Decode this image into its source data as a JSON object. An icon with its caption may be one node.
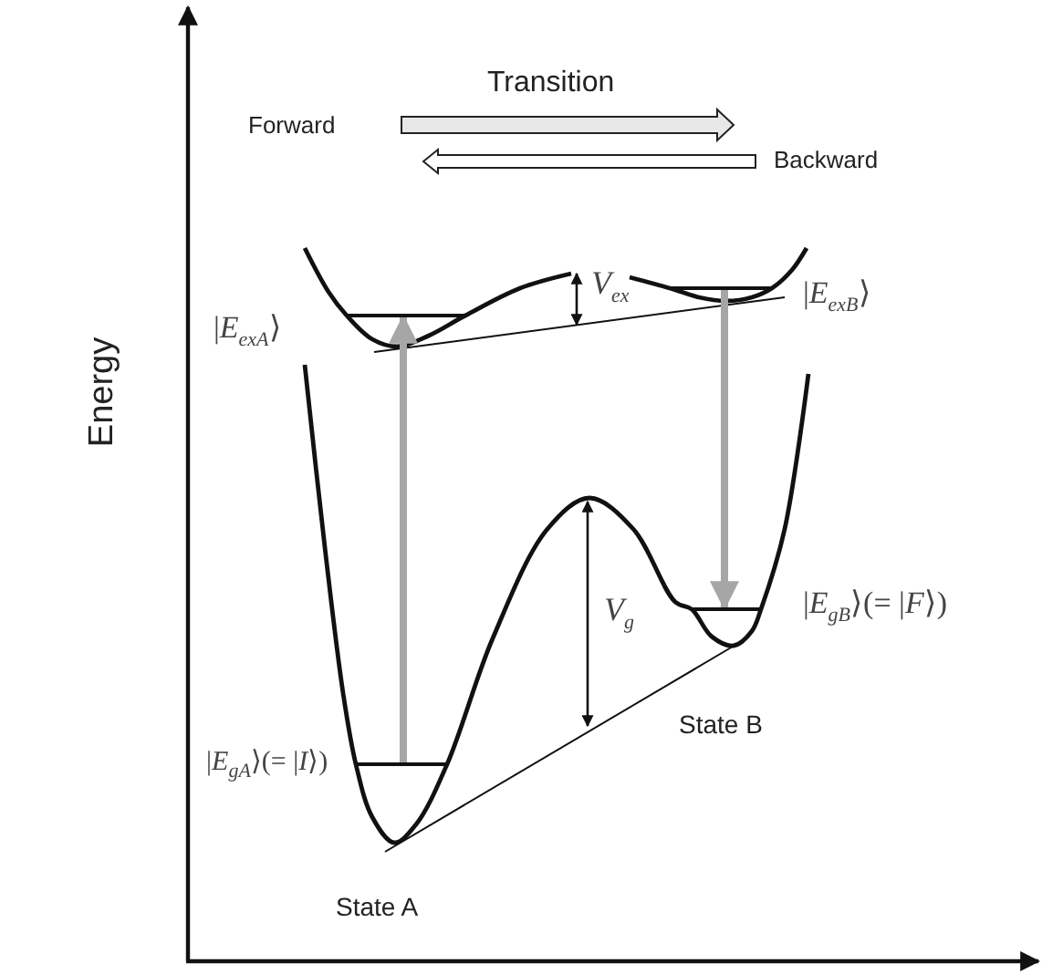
{
  "diagram": {
    "nodes": [
      {
        "text": [],
        "shape": "bar",
        "beside": [
          "|*E*$_{exA}$⟩"
        ]
      },
      {
        "text": [],
        "shape": "bar",
        "beside": [
          "|*E*$_{exB}$⟩"
        ]
      },
      {
        "text": [],
        "shape": "bar",
        "beside": [
          "|*E*$_{gA}$⟩(= |*I*⟩)"
        ]
      },
      {
        "text": [],
        "shape": "bar",
        "beside": [
          "|*E*$_{gB}$⟩(= |*F*⟩)"
        ]
      }
    ],
    "edges": [
      {
        "from": 2,
        "to": 0,
        "arrow": "to"
      },
      {
        "from": 1,
        "to": 3,
        "arrow": "to"
      }
    ],
    "labels": [
      "Transition",
      "Forward",
      "Backward",
      "*V*$_{ex}$",
      "Energy",
      "*V*$_{g}$",
      "State B",
      "State A"
    ]
  }
}
